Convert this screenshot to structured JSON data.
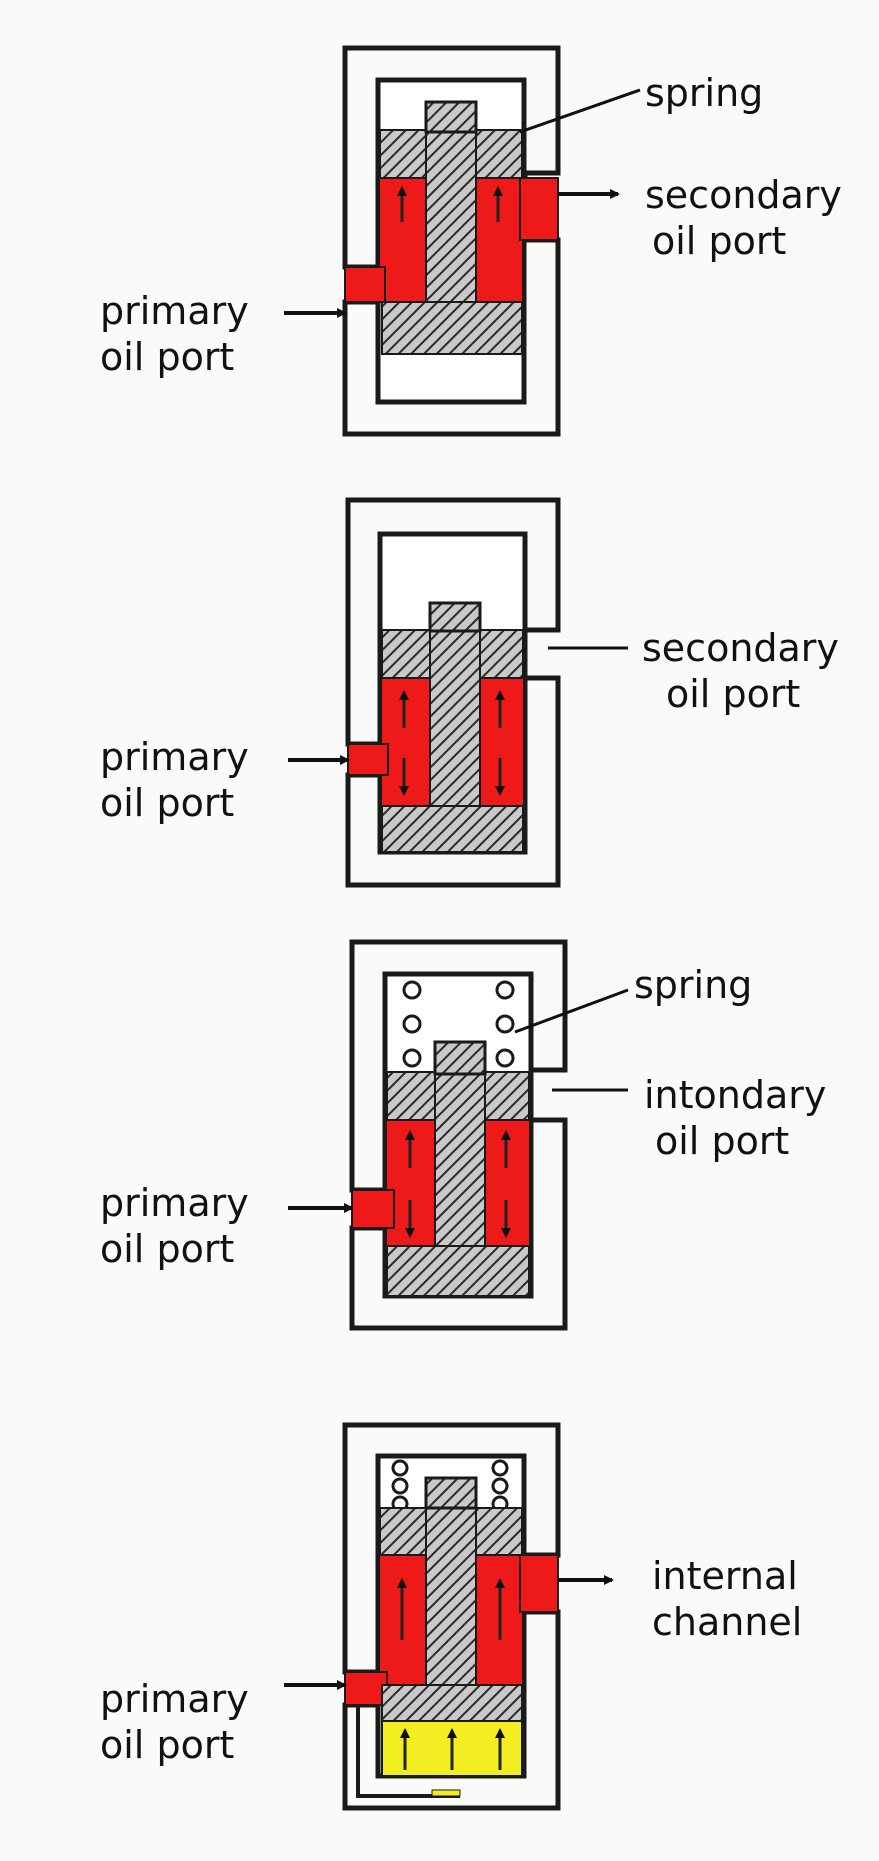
{
  "colors": {
    "oil": "#ee1a1a",
    "pilot_oil": "#f3ee22",
    "hatch": "#2a2a2a",
    "outline": "#1a1a1a",
    "background": "#fafaf8"
  },
  "panels": [
    {
      "state": "initial",
      "labels": {
        "spring": "spring",
        "outlet_line1": "secondary",
        "outlet_line2": "oil port",
        "inlet_line1": "primary",
        "inlet_line2": "oil port"
      }
    },
    {
      "state": "closed",
      "labels": {
        "outlet_line1": "secondary",
        "outlet_line2": "oil port",
        "inlet_line1": "primary",
        "inlet_line2": "oil port"
      }
    },
    {
      "state": "closed-with-spring",
      "labels": {
        "spring": "spring",
        "outlet_line1": "intondary",
        "outlet_line2": "oil port",
        "inlet_line1": "primary",
        "inlet_line2": "oil port"
      }
    },
    {
      "state": "open-internal-channel",
      "labels": {
        "outlet_line1": "internal",
        "outlet_line2": "channel",
        "inlet_line1": "primary",
        "inlet_line2": "oil port"
      }
    }
  ]
}
